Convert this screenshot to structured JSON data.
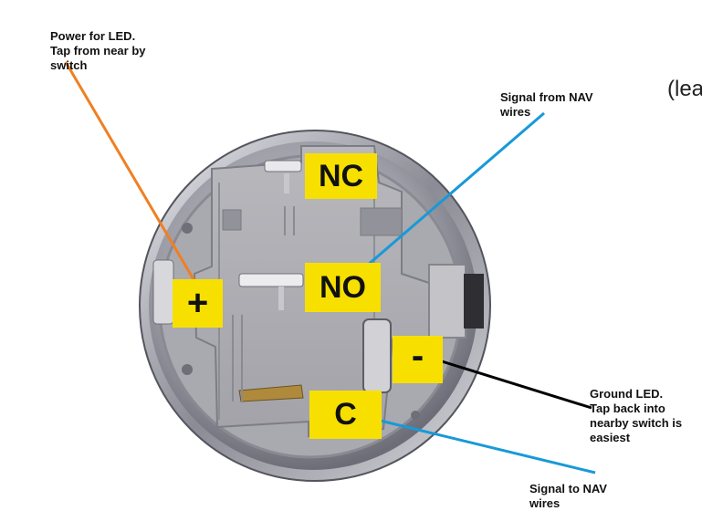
{
  "labels": {
    "power": "Power for LED.\nTap from near by\nswitch",
    "signal_from": "Signal from NAV\nwires",
    "ground": "Ground LED.\nTap back into\nnearby switch is\neasiest",
    "signal_to": "Signal to NAV\nwires",
    "cropped_text": "(lea"
  },
  "terminals": {
    "nc": "NC",
    "no": "NO",
    "plus": "+",
    "minus": "-",
    "c": "C"
  },
  "colors": {
    "power_line": "#f07f22",
    "signal_line": "#1899d8",
    "ground_line": "#000000",
    "terminal_label_bg": "#f7e000"
  }
}
